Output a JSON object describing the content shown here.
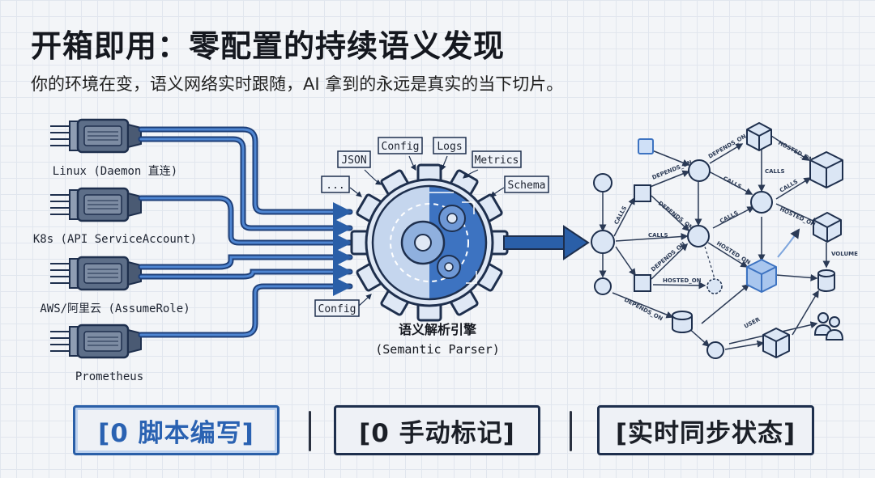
{
  "header": {
    "title": "开箱即用：零配置的持续语义发现",
    "subtitle": "你的环境在变，语义网络实时跟随，AI 拿到的永远是真实的当下切片。"
  },
  "sources": [
    {
      "label": "Linux (Daemon 直连)"
    },
    {
      "label": "K8s (API ServiceAccount)"
    },
    {
      "label": "AWS/阿里云 (AssumeRole)"
    },
    {
      "label": "Prometheus"
    }
  ],
  "engine": {
    "title_cn": "语义解析引擎",
    "title_en": "(Semantic Parser)",
    "tags": [
      "JSON",
      "Config",
      "Logs",
      "Metrics",
      "Schema",
      "...",
      "Config"
    ]
  },
  "graph": {
    "edge_labels": [
      "DEPENDS_ON",
      "DEPENDS_ON",
      "DEPENDS_ON",
      "DEPENDS_ON",
      "DEPENDS_ON",
      "CALLS",
      "CALLS",
      "CALLS",
      "CALLS",
      "CALLS",
      "CALLS",
      "HOSTED_ON",
      "HOSTED_ON",
      "HOSTED_ON",
      "HOSTED_ON",
      "VOLUME",
      "USER"
    ]
  },
  "badges": [
    {
      "text": "[0 脚本编写]",
      "style": "blue"
    },
    {
      "text": "[0 手动标记]",
      "style": "dark"
    },
    {
      "text": "[实时同步状态]",
      "style": "dark"
    }
  ],
  "colors": {
    "accent": "#2a62b2",
    "dark": "#1e2f4d",
    "node_fill": "#dbe6f5"
  }
}
